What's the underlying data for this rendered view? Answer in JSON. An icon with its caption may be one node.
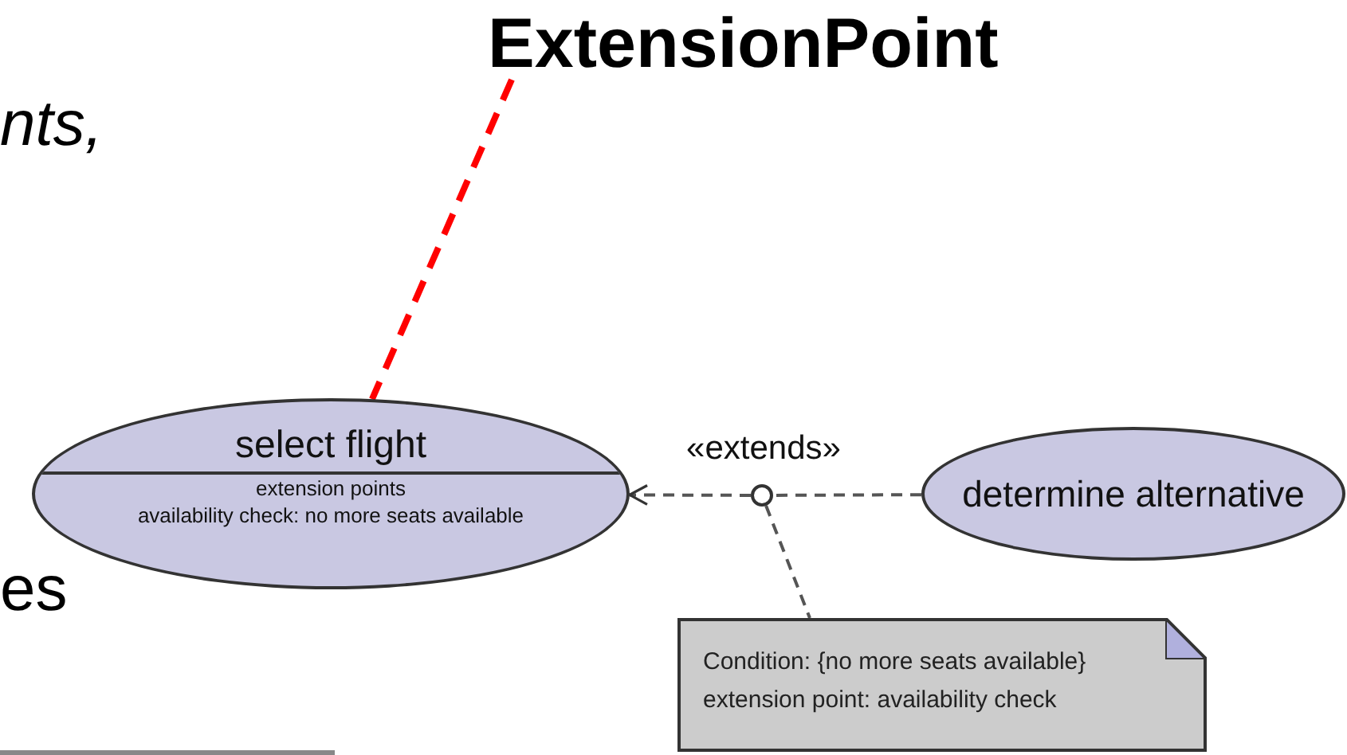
{
  "diagram": {
    "nodes": [
      {
        "text": [
          "ExtensionPoint"
        ]
      },
      {
        "text": [
          "select flight",
          "extension points",
          "availability check: no more seats available"
        ]
      },
      {
        "text": [
          "determine alternative"
        ]
      },
      {
        "text": [
          "Condition: {no more seats available}",
          "extension point: availability check"
        ]
      },
      {
        "text": [],
        "shape": "circle"
      }
    ],
    "edges": [
      {
        "from": 0,
        "to": 1,
        "arrow": "none",
        "style": "dashed",
        "color": "#ff0000"
      },
      {
        "from": 2,
        "to": 4,
        "arrow": "none",
        "style": "dashed"
      },
      {
        "from": 4,
        "to": 1,
        "arrow": "to",
        "style": "dashed",
        "label": "«extends»"
      },
      {
        "from": 4,
        "to": 3,
        "arrow": "none",
        "style": "dashed"
      }
    ],
    "labels": [
      "nts,",
      "es"
    ]
  }
}
